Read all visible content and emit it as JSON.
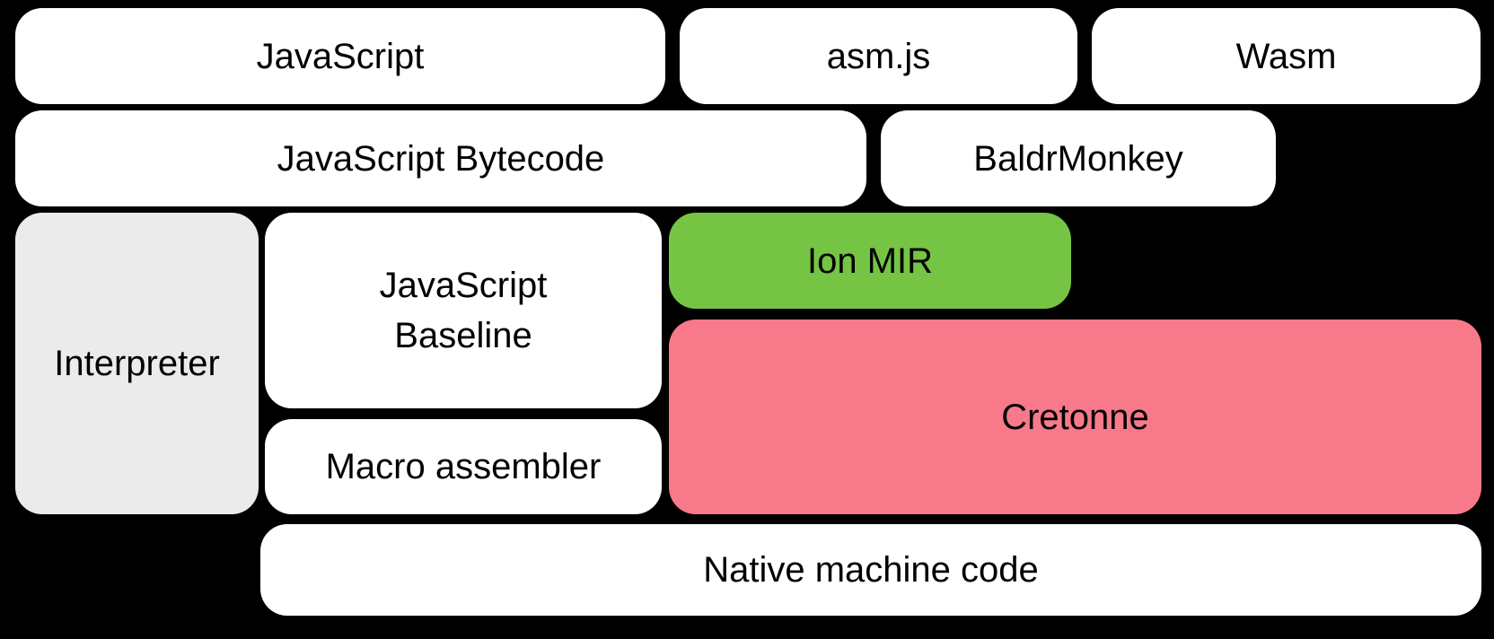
{
  "diagram": {
    "title": "compiler-pipeline-diagram",
    "background_color": "#000000",
    "text_color": "#000000",
    "colors": {
      "default_box": "#ffffff",
      "interpreter_gray": "#ebebeb",
      "ion_mir_green": "#76c444",
      "cretonne_pink": "#f7798a"
    },
    "boxes": [
      {
        "id": "javascript",
        "label": "JavaScript",
        "fill": "#ffffff"
      },
      {
        "id": "asm-js",
        "label": "asm.js",
        "fill": "#ffffff"
      },
      {
        "id": "wasm",
        "label": "Wasm",
        "fill": "#ffffff"
      },
      {
        "id": "javascript-bytecode",
        "label": "JavaScript Bytecode",
        "fill": "#ffffff"
      },
      {
        "id": "baldrmonkey",
        "label": "BaldrMonkey",
        "fill": "#ffffff"
      },
      {
        "id": "interpreter",
        "label": "Interpreter",
        "fill": "#ebebeb"
      },
      {
        "id": "javascript-baseline",
        "label": "JavaScript\nBaseline",
        "fill": "#ffffff"
      },
      {
        "id": "ion-mir",
        "label": "Ion MIR",
        "fill": "#76c444"
      },
      {
        "id": "cretonne",
        "label": "Cretonne",
        "fill": "#f7798a"
      },
      {
        "id": "macro-assembler",
        "label": "Macro assembler",
        "fill": "#ffffff"
      },
      {
        "id": "native-machine-code",
        "label": "Native machine code",
        "fill": "#ffffff"
      }
    ]
  }
}
